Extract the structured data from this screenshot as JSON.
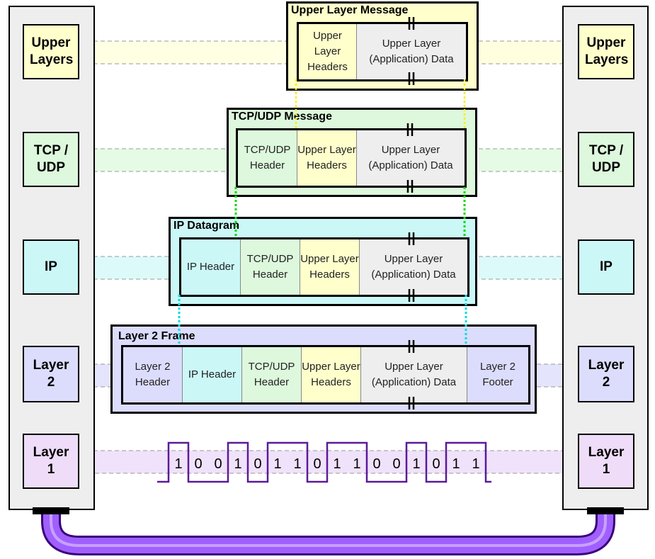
{
  "left_stack": {
    "upper": "Upper Layers",
    "tcp": "TCP / UDP",
    "ip": "IP",
    "l2": "Layer 2",
    "l1": "Layer 1"
  },
  "right_stack": {
    "upper": "Upper Layers",
    "tcp": "TCP / UDP",
    "ip": "IP",
    "l2": "Layer 2",
    "l1": "Layer 1"
  },
  "messages": {
    "upper": {
      "title": "Upper Layer Message",
      "cells": [
        "Upper Layer Headers",
        "Upper Layer (Application) Data"
      ]
    },
    "tcp": {
      "title": "TCP/UDP Message",
      "cells": [
        "TCP/UDP Header",
        "Upper Layer Headers",
        "Upper Layer (Application) Data"
      ]
    },
    "ip": {
      "title": "IP Datagram",
      "cells": [
        "IP Header",
        "TCP/UDP Header",
        "Upper Layer Headers",
        "Upper Layer (Application) Data"
      ]
    },
    "l2": {
      "title": "Layer 2 Frame",
      "cells": [
        "Layer 2 Header",
        "IP Header",
        "TCP/UDP Header",
        "Upper Layer Headers",
        "Upper Layer (Application) Data",
        "Layer 2 Footer"
      ]
    }
  },
  "bits": [
    "1",
    "0",
    "0",
    "1",
    "0",
    "1",
    "1",
    "0",
    "1",
    "1",
    "0",
    "0",
    "1",
    "0",
    "1",
    "1"
  ],
  "colors": {
    "upper": "#ffffcc",
    "tcp": "#ddf8dd",
    "ip": "#ccf7f7",
    "l2": "#dcdcfc",
    "l1": "#eedcf8",
    "data": "#eeeeee",
    "cable": "#9b4dff",
    "signal": "#5a1a9a"
  }
}
